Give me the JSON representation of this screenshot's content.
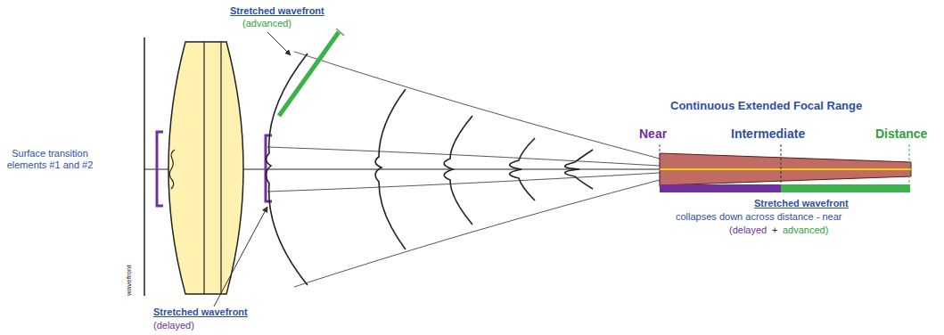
{
  "diagram": {
    "labels": [
      "Stretched wavefront",
      "(advanced)",
      "Surface transition elements #1 and #2",
      "wavefront",
      "Stretched wavefront",
      "(delayed)",
      "Continuous Extended Focal Range",
      "Near",
      "Intermediate",
      "Distance",
      "Stretched wavefront",
      "collapses down across distance - near",
      "(delayed",
      "+",
      "advanced)"
    ]
  }
}
